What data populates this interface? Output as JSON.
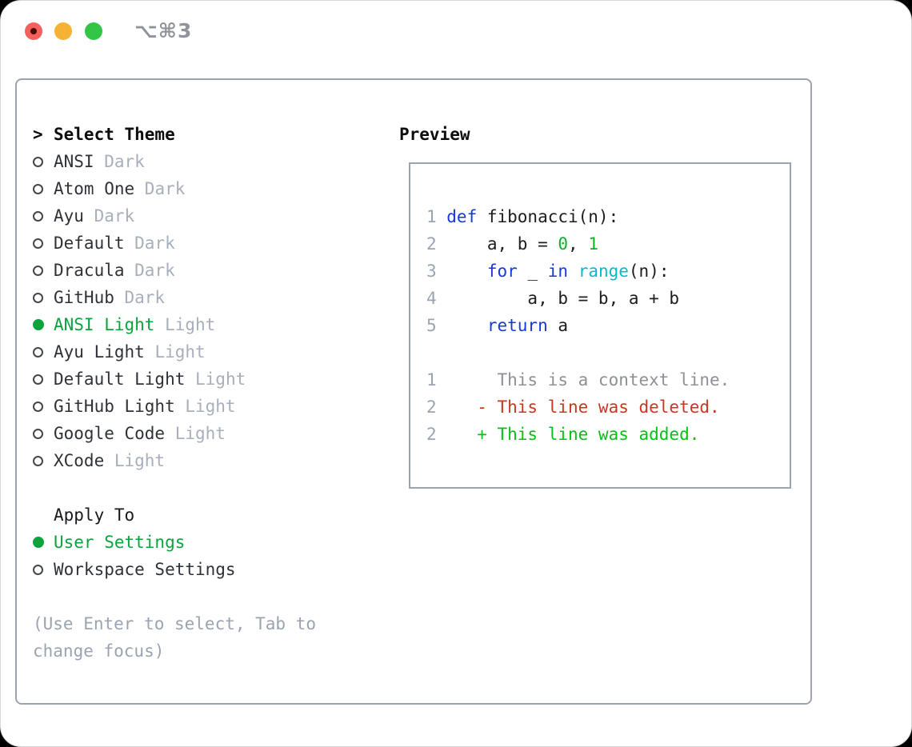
{
  "window": {
    "shortcut": "⌥⌘3",
    "traffic_lights": [
      "close",
      "minimize",
      "zoom"
    ],
    "unsaved_indicator": true
  },
  "colors": {
    "selected_green": "#0da33c",
    "keyword_blue": "#1838df",
    "function_cyan": "#00bcca",
    "number_green": "#07b51f",
    "added_green": "#00c313",
    "deleted_red": "#c93721",
    "context_gray": "#8d9094",
    "muted_gray": "#a7afbb",
    "border_gray": "#9ba3ae",
    "traffic_red": "#f4615c",
    "traffic_yellow": "#f6b234",
    "traffic_green": "#32c546"
  },
  "theme_panel": {
    "header_marker": ">",
    "header": "Select Theme",
    "themes": [
      {
        "name": "ANSI",
        "tag": "Dark",
        "selected": false
      },
      {
        "name": "Atom One",
        "tag": "Dark",
        "selected": false
      },
      {
        "name": "Ayu",
        "tag": "Dark",
        "selected": false
      },
      {
        "name": "Default",
        "tag": "Dark",
        "selected": false
      },
      {
        "name": "Dracula",
        "tag": "Dark",
        "selected": false
      },
      {
        "name": "GitHub",
        "tag": "Dark",
        "selected": false
      },
      {
        "name": "ANSI Light",
        "tag": "Light",
        "selected": true
      },
      {
        "name": "Ayu Light",
        "tag": "Light",
        "selected": false
      },
      {
        "name": "Default Light",
        "tag": "Light",
        "selected": false
      },
      {
        "name": "GitHub Light",
        "tag": "Light",
        "selected": false
      },
      {
        "name": "Google Code",
        "tag": "Light",
        "selected": false
      },
      {
        "name": "XCode",
        "tag": "Light",
        "selected": false
      }
    ],
    "apply_to": {
      "header": "Apply To",
      "options": [
        {
          "label": "User Settings",
          "selected": true
        },
        {
          "label": "Workspace Settings",
          "selected": false
        }
      ]
    },
    "hint": "(Use Enter to select, Tab to change focus)"
  },
  "preview": {
    "header": "Preview",
    "lines": [
      {
        "num": "1",
        "tokens": [
          {
            "t": "def",
            "c": "keyword"
          },
          {
            "t": " fibonacci(n):",
            "c": "plain"
          }
        ]
      },
      {
        "num": "2",
        "tokens": [
          {
            "t": "    a, b = ",
            "c": "plain"
          },
          {
            "t": "0",
            "c": "number"
          },
          {
            "t": ", ",
            "c": "plain"
          },
          {
            "t": "1",
            "c": "number"
          }
        ]
      },
      {
        "num": "3",
        "tokens": [
          {
            "t": "    ",
            "c": "plain"
          },
          {
            "t": "for",
            "c": "keyword"
          },
          {
            "t": " _ ",
            "c": "plain"
          },
          {
            "t": "in",
            "c": "keyword"
          },
          {
            "t": " ",
            "c": "plain"
          },
          {
            "t": "range",
            "c": "function"
          },
          {
            "t": "(n):",
            "c": "plain"
          }
        ]
      },
      {
        "num": "4",
        "tokens": [
          {
            "t": "        a, b = b, a + b",
            "c": "plain"
          }
        ]
      },
      {
        "num": "5",
        "tokens": [
          {
            "t": "    ",
            "c": "plain"
          },
          {
            "t": "return",
            "c": "keyword"
          },
          {
            "t": " a",
            "c": "plain"
          }
        ]
      },
      {
        "num": "",
        "tokens": []
      },
      {
        "num": "1",
        "tokens": [
          {
            "t": "     This is a context line.",
            "c": "context"
          }
        ]
      },
      {
        "num": "2",
        "tokens": [
          {
            "t": "   - This line was deleted.",
            "c": "deleted"
          }
        ]
      },
      {
        "num": "2",
        "tokens": [
          {
            "t": "   + This line was added.",
            "c": "added"
          }
        ]
      }
    ]
  }
}
